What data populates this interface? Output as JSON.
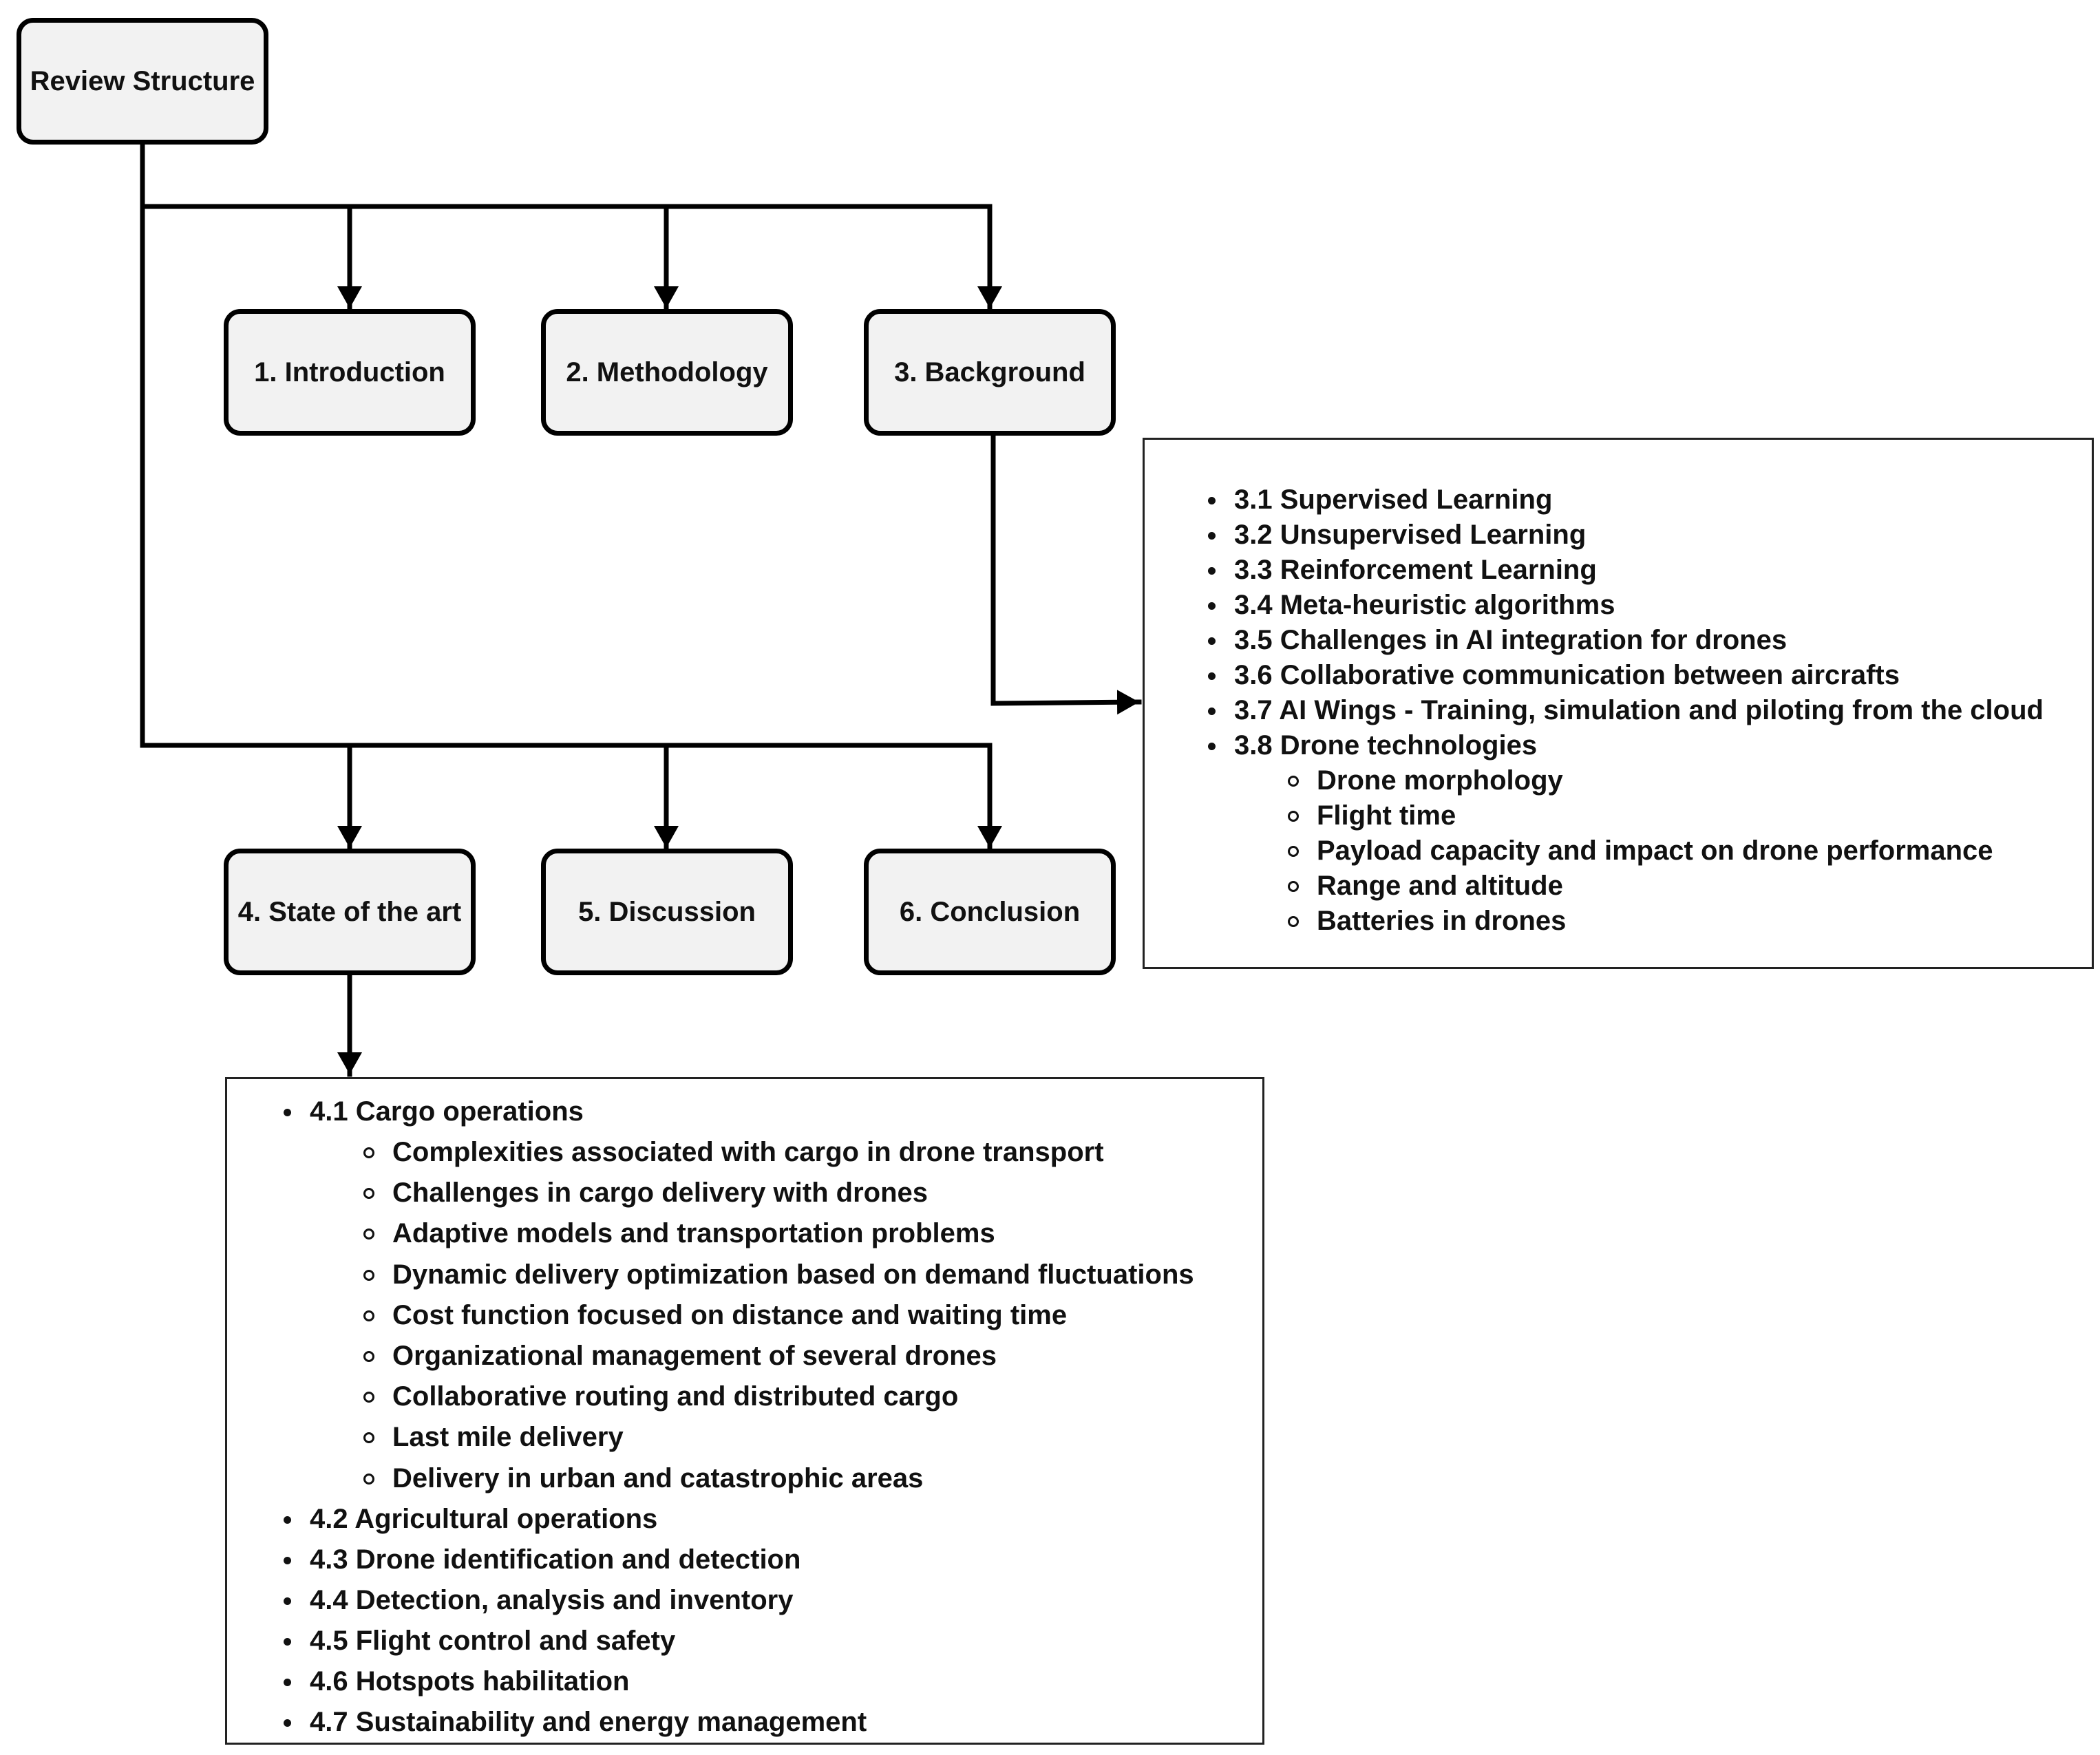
{
  "root": {
    "label": "Review Structure"
  },
  "sections": [
    {
      "label": "1. Introduction"
    },
    {
      "label": "2. Methodology"
    },
    {
      "label": "3. Background"
    },
    {
      "label": "4. State of the art"
    },
    {
      "label": "5. Discussion"
    },
    {
      "label": "6. Conclusion"
    }
  ],
  "background_details": {
    "items": [
      "3.1 Supervised Learning",
      "3.2 Unsupervised Learning",
      "3.3 Reinforcement Learning",
      "3.4 Meta-heuristic algorithms",
      "3.5 Challenges in AI integration for drones",
      "3.6 Collaborative communication between aircrafts",
      "3.7 AI Wings - Training, simulation and piloting from the cloud",
      "3.8 Drone technologies"
    ],
    "subitems": [
      "Drone morphology",
      "Flight time",
      "Payload capacity and impact on drone performance",
      "Range and altitude",
      "Batteries in drones"
    ]
  },
  "state_of_the_art_details": {
    "items": [
      "4.1 Cargo operations",
      "4.2 Agricultural operations",
      "4.3 Drone identification and detection",
      "4.4 Detection, analysis and inventory",
      "4.5 Flight control and safety",
      "4.6 Hotspots habilitation",
      "4.7 Sustainability and energy management"
    ],
    "subitems": [
      "Complexities associated with cargo in drone transport",
      "Challenges in cargo delivery with drones",
      "Adaptive models and transportation problems",
      "Dynamic delivery optimization based on demand fluctuations",
      "Cost function focused on distance and waiting time",
      "Organizational management of several drones",
      "Collaborative routing and distributed cargo",
      "Last mile delivery",
      "Delivery in urban and catastrophic areas"
    ]
  }
}
